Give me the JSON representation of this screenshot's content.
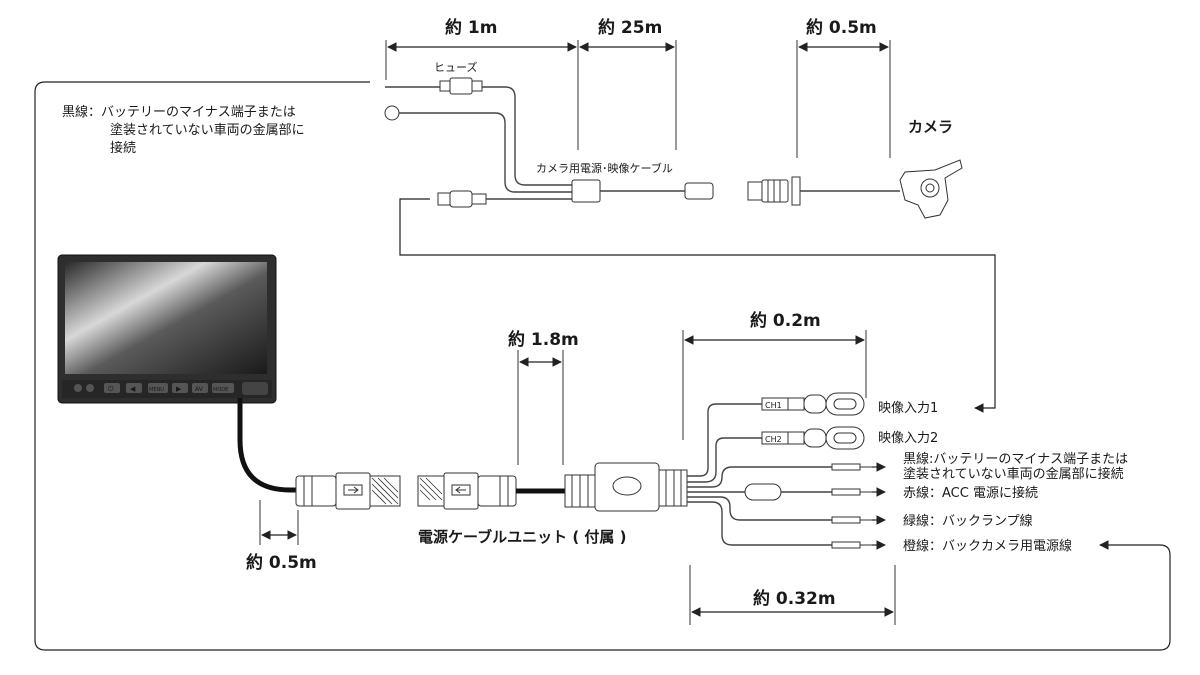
{
  "dimensions": {
    "top_1m": "約 1m",
    "top_25m": "約 25m",
    "top_05m": "約 0.5m",
    "mid_18m": "約 1.8m",
    "mid_02m": "約 0.2m",
    "bottom_05m": "約 0.5m",
    "bottom_032m": "約 0.32m"
  },
  "labels": {
    "fuse": "ヒューズ",
    "black_wire_top_line1": "黒線：バッテリーのマイナス端子または",
    "black_wire_top_line2": "塗装されていない車両の金属部に",
    "black_wire_top_line3": "接続",
    "camera_cable": "カメラ用電源･映像ケーブル",
    "camera": "カメラ",
    "video_in_1": "映像入力1",
    "video_in_2": "映像入力2",
    "black_wire_line1": "黒線:バッテリーのマイナス端子または",
    "black_wire_line2": "塗装されていない車両の金属部に接続",
    "red_wire": "赤線：ACC 電源に接続",
    "green_wire": "緑線：バックランプ線",
    "orange_wire": "橙線：バックカメラ用電源線",
    "power_unit": "電源ケーブルユニット ( 付属 )",
    "ch1": "CH1",
    "ch2": "CH2"
  },
  "monitor_buttons": [
    "⏻",
    "◀",
    "MENU",
    "▶",
    "AV",
    "MODE"
  ]
}
